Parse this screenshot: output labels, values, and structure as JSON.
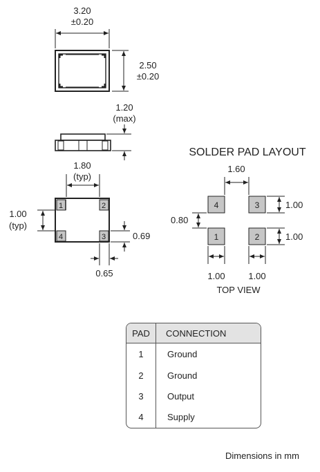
{
  "package": {
    "length": "3.20",
    "length_tol": "±0.20",
    "width": "2.50",
    "width_tol": "±0.20",
    "height": "1.20",
    "height_note": "(max)"
  },
  "pin_view": {
    "pitch_x": "1.80",
    "pitch_x_note": "(typ)",
    "pitch_y": "1.00",
    "pitch_y_note": "(typ)",
    "pad_h": "0.69",
    "pad_w": "0.65",
    "pins": [
      "1",
      "2",
      "4",
      "3"
    ]
  },
  "solder_pad": {
    "title": "SOLDER PAD LAYOUT",
    "gap_x": "1.60",
    "pad_size_top": "1.00",
    "gap_y": "0.80",
    "pad_size_bottom": "1.00",
    "pad_width_left": "1.00",
    "pad_width_right": "1.00",
    "view_label": "TOP VIEW",
    "pads": [
      "4",
      "3",
      "1",
      "2"
    ],
    "pad_color": "#c6c6c6"
  },
  "pin_table": {
    "headers": [
      "PAD",
      "CONNECTION"
    ],
    "rows": [
      {
        "pad": "1",
        "connection": "Ground"
      },
      {
        "pad": "2",
        "connection": "Ground"
      },
      {
        "pad": "3",
        "connection": "Output"
      },
      {
        "pad": "4",
        "connection": "Supply"
      }
    ]
  },
  "footnote": "Dimensions in mm"
}
